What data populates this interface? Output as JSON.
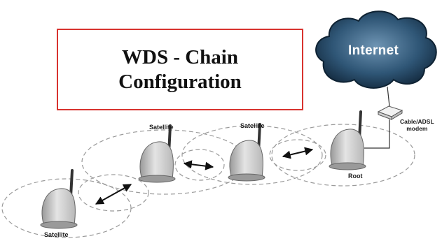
{
  "title": {
    "line1": "WDS - Chain",
    "line2": "Configuration"
  },
  "cloud": {
    "label": "Internet"
  },
  "modem": {
    "line1": "Cable/ADSL",
    "line2": "modem"
  },
  "nodes": [
    {
      "label": "Satellite"
    },
    {
      "label": "Satellite"
    },
    {
      "label": "Satellite"
    },
    {
      "label": "Root"
    }
  ],
  "colors": {
    "title_border": "#d8332f",
    "cloud_dark": "#1c3a52",
    "cloud_light": "#5f86a6",
    "device": "#c8c8c8"
  }
}
